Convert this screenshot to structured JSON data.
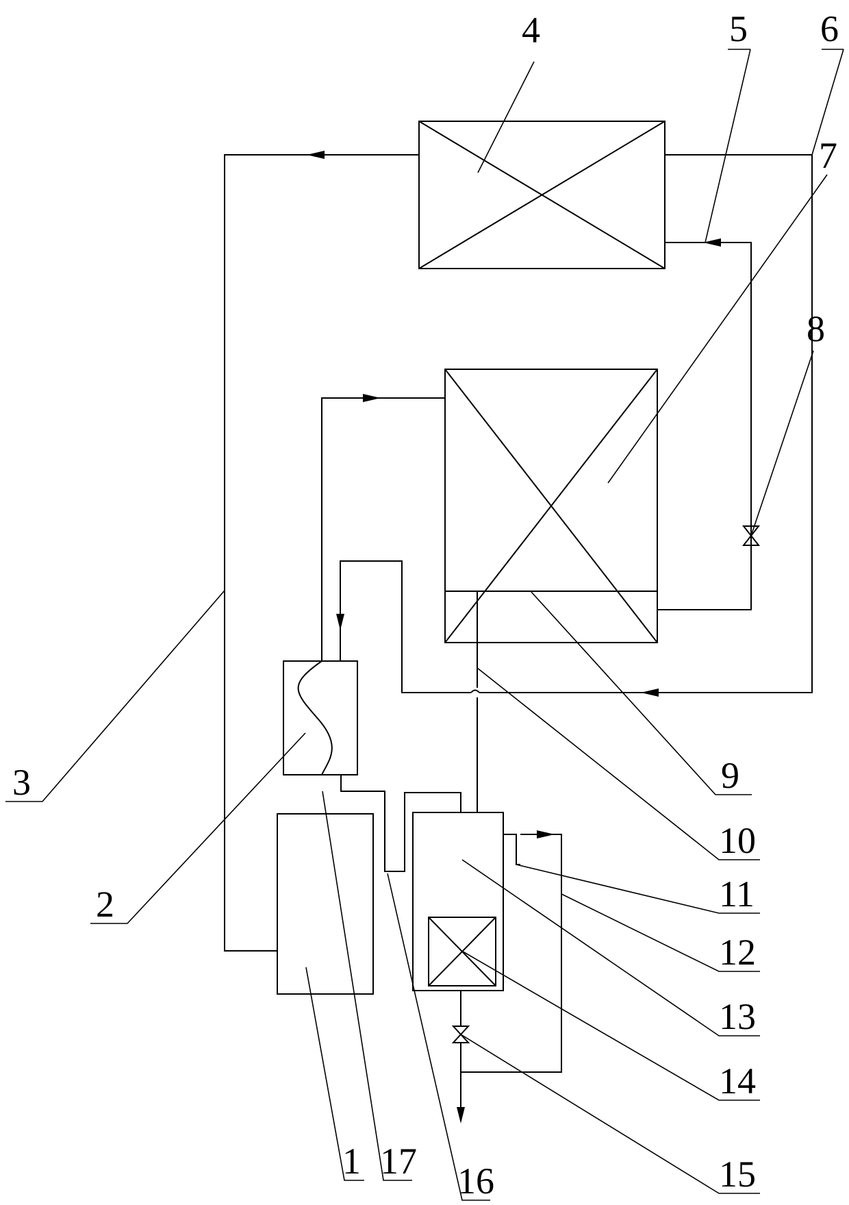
{
  "diagram": {
    "labels": {
      "l1": "1",
      "l2": "2",
      "l3": "3",
      "l4": "4",
      "l5": "5",
      "l6": "6",
      "l7": "7",
      "l8": "8",
      "l9": "9",
      "l10": "10",
      "l11": "11",
      "l12": "12",
      "l13": "13",
      "l14": "14",
      "l15": "15",
      "l16": "16",
      "l17": "17"
    }
  }
}
